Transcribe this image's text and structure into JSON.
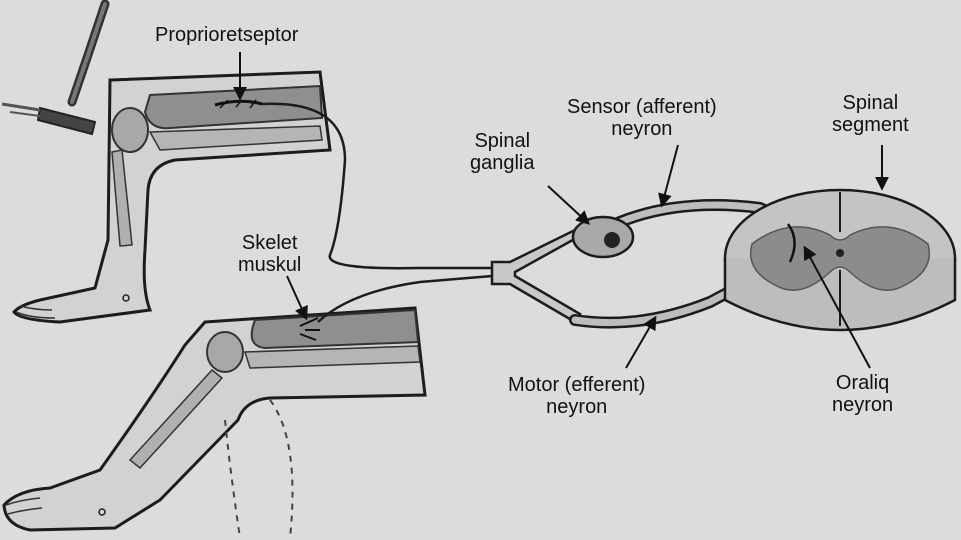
{
  "labels": {
    "proprioreceptor": "Proprioretseptor",
    "spinal_ganglia": [
      "Spinal",
      "ganglia"
    ],
    "sensory_neuron": [
      "Sensor (afferent)",
      "neyron"
    ],
    "spinal_segment": [
      "Spinal",
      "segment"
    ],
    "skeletal_muscle": [
      "Skelet",
      "muskul"
    ],
    "motor_neuron": [
      "Motor (efferent)",
      "neyron"
    ],
    "interneuron": [
      "Oraliq",
      "neyron"
    ]
  },
  "colors": {
    "background": "#dcdcdc",
    "line": "#222222",
    "muscle": "#9a9a9a",
    "bone": "#b8b8b8",
    "cord_gray": "#8c8c8c",
    "cord_white": "#c4c4c4"
  }
}
